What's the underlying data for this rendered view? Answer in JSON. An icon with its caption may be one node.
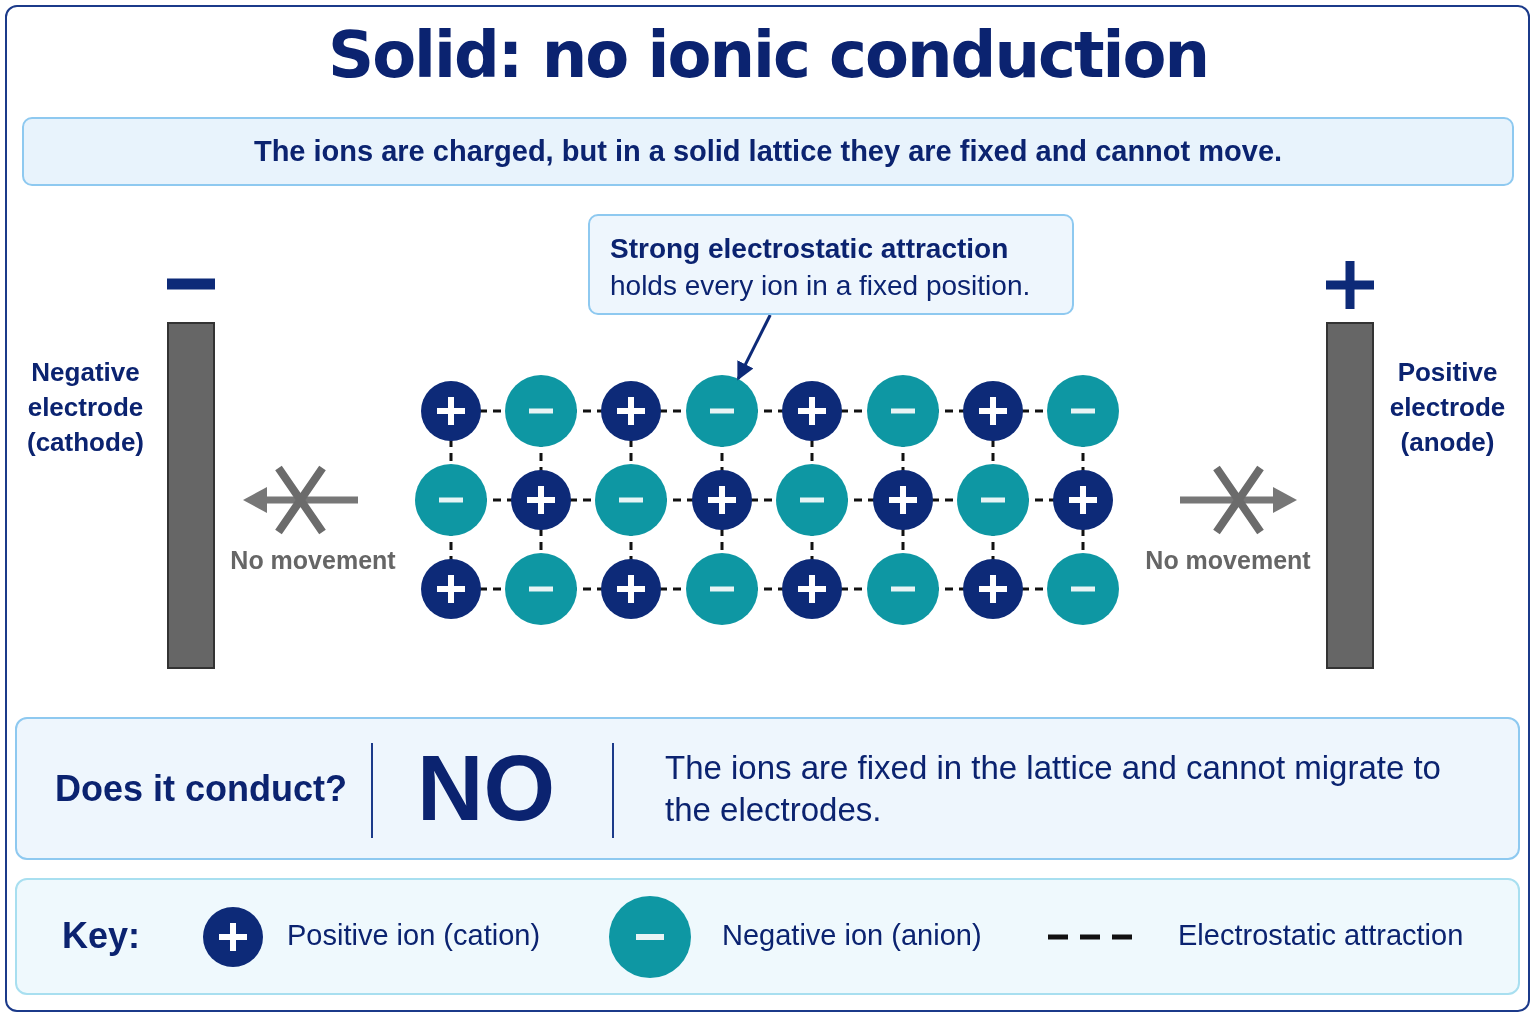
{
  "diagram": {
    "title": "Solid: no ionic conduction",
    "nodes": [
      {
        "text": [
          "The ions are charged, but in a solid lattice they are fixed and cannot move."
        ]
      },
      {
        "text": [
          "Strong electrostatic attraction",
          "holds every ion in a fixed position."
        ]
      },
      {
        "text": [],
        "shape": "circle"
      },
      {
        "text": [],
        "shape": "bar",
        "beside": [
          "Negative electrode (cathode)"
        ]
      },
      {
        "text": [],
        "shape": "bar",
        "beside": [
          "Positive electrode (anode)"
        ]
      },
      {
        "text": [
          "Does it conduct?",
          "NO",
          "The ions are fixed in the lattice and cannot migrate to the electrodes."
        ]
      }
    ],
    "edges": [
      {
        "from": 1,
        "to": 2,
        "arrow": "to"
      }
    ],
    "labels": [
      "No movement",
      "No movement",
      "Key:"
    ],
    "legend": [
      {
        "text": "Positive ion (cation)",
        "color": "#0d2a78"
      },
      {
        "text": "Negative ion (anion)",
        "color": "#0e97a3"
      },
      {
        "text": "Electrostatic attraction"
      }
    ]
  }
}
